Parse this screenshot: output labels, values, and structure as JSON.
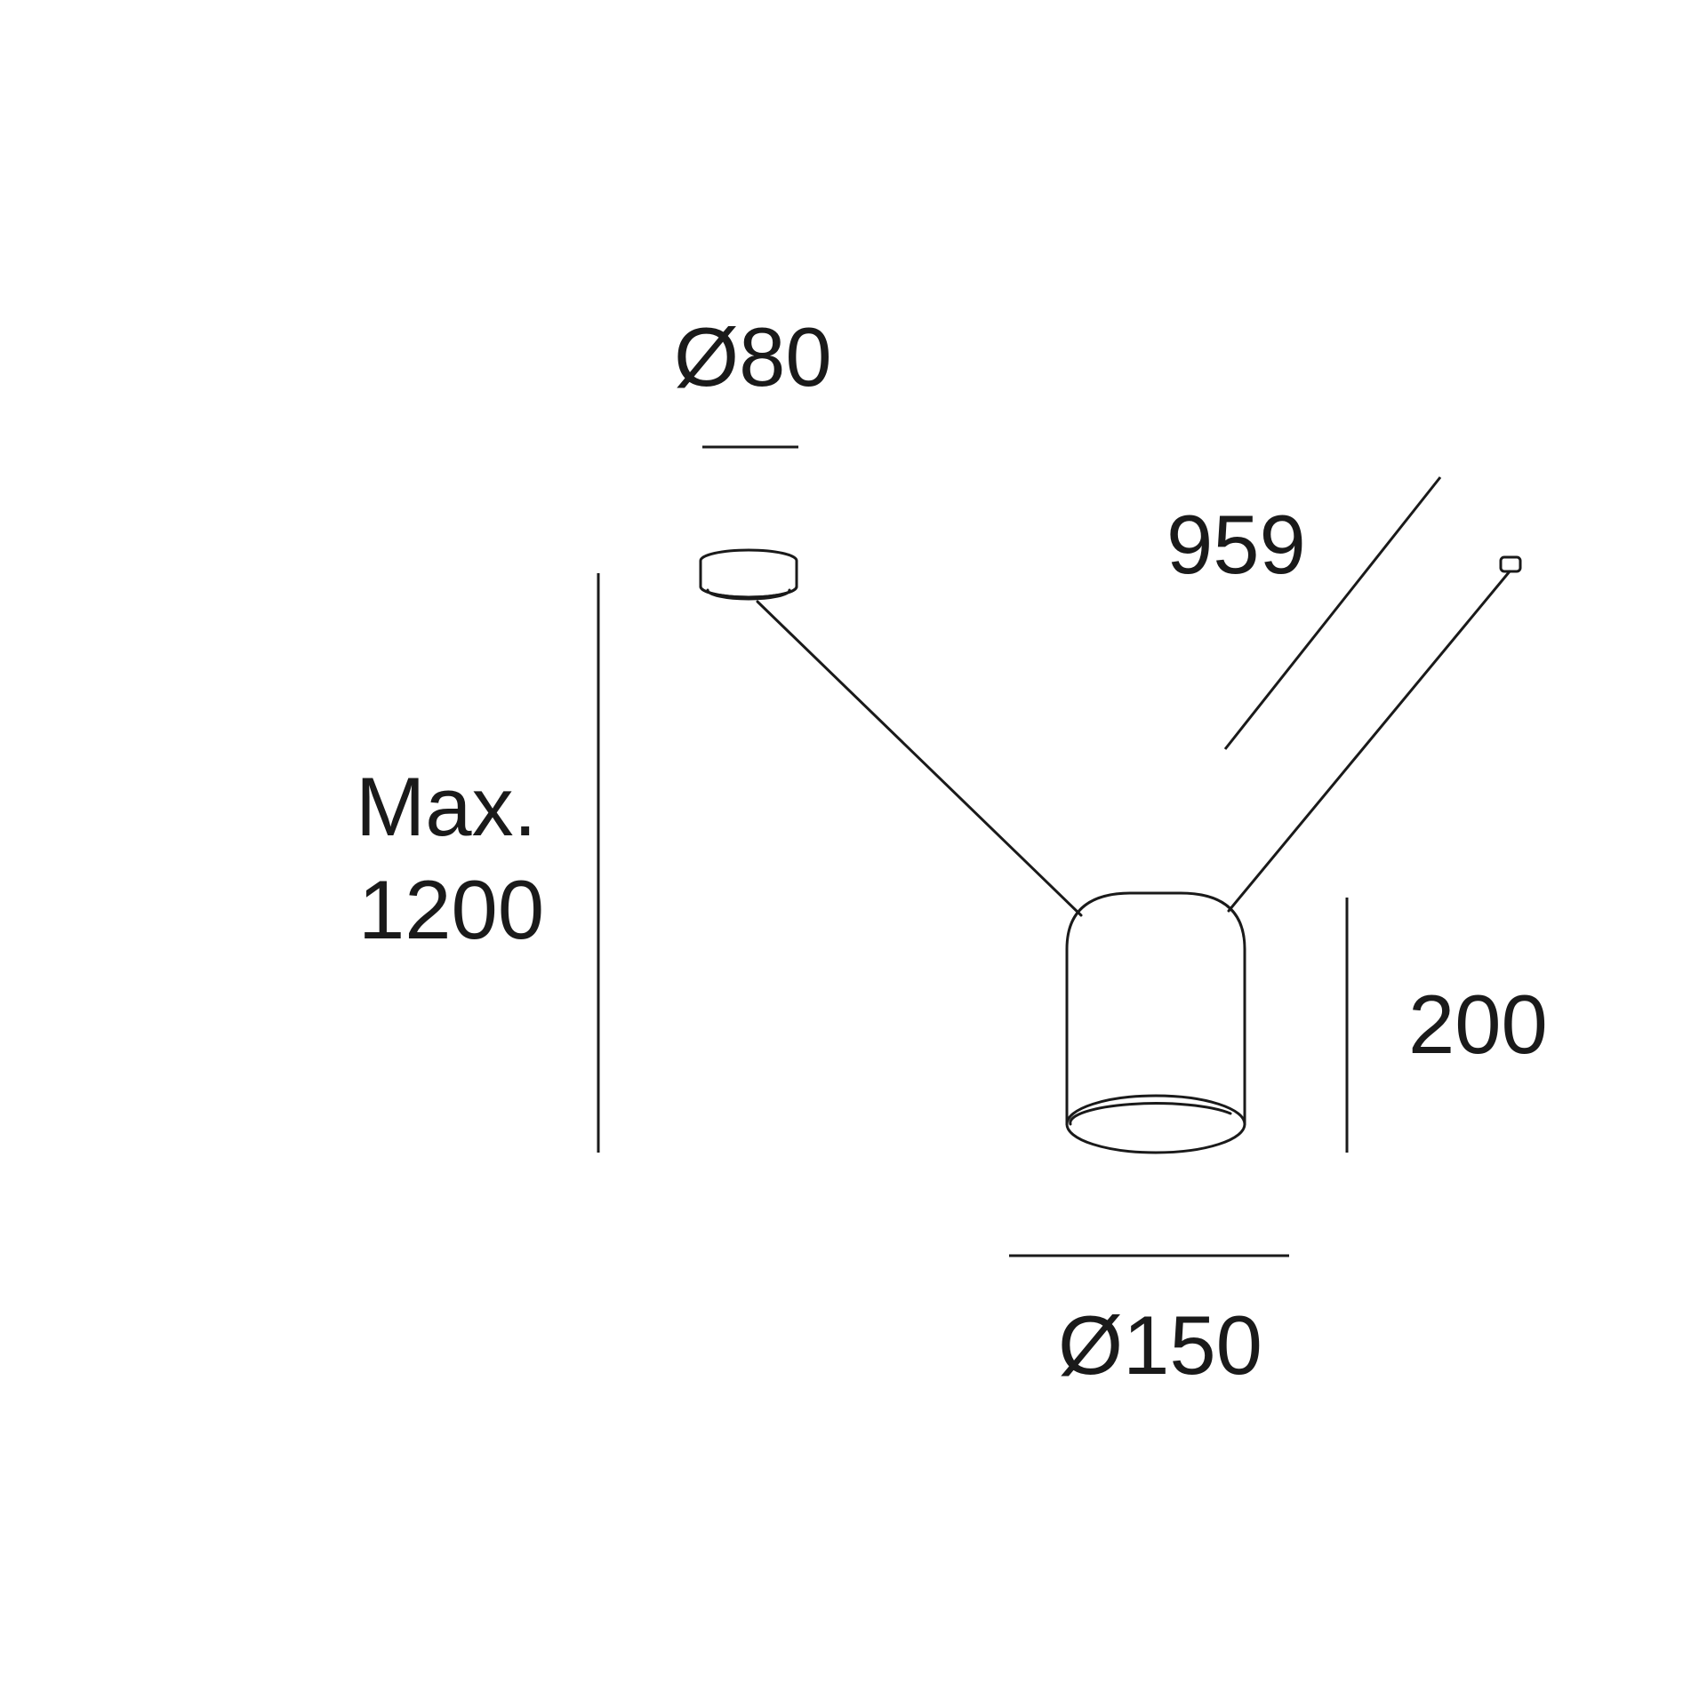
{
  "dimensions": {
    "canopy_diameter": "Ø80",
    "cable_length": "959",
    "max_height_label": "Max.",
    "max_height_value": "1200",
    "shade_height": "200",
    "shade_diameter": "Ø150"
  },
  "colors": {
    "line": "#1a1a1a",
    "background": "#ffffff"
  }
}
